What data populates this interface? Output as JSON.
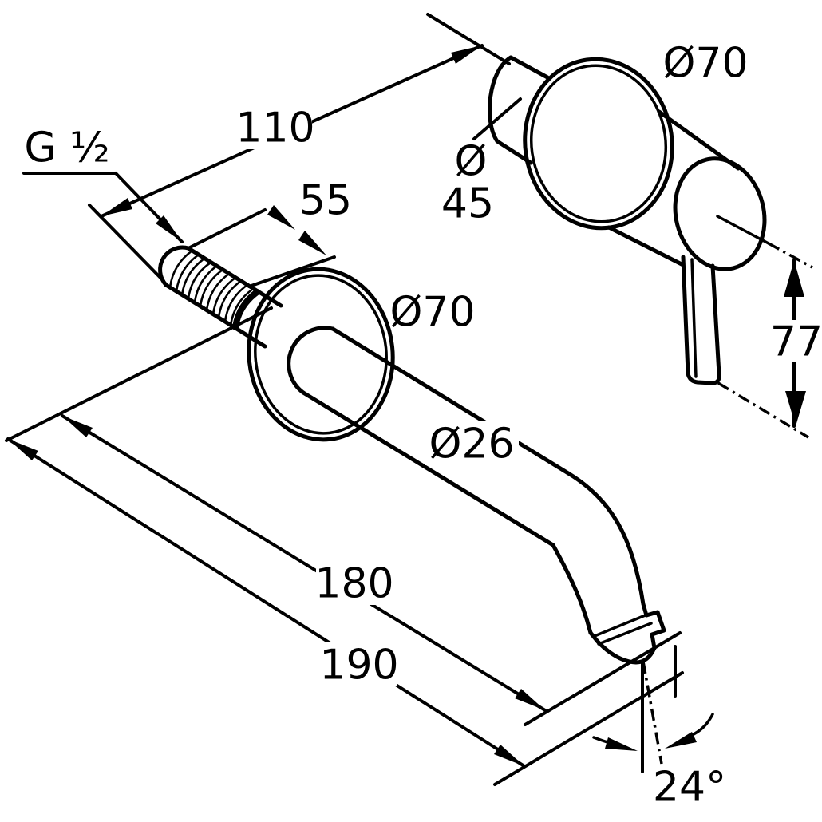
{
  "labels": {
    "thread": "G ½",
    "dim110": "110",
    "dim55": "55",
    "dia70_valve": "Ø70",
    "dia45_sym": "Ø",
    "dia45_val": "45",
    "dia70_spout": "Ø70",
    "dia26": "Ø26",
    "dim77": "77",
    "dim180": "180",
    "dim190": "190",
    "angle24": "24°"
  },
  "dimensions_mm": {
    "pipe_projection": 110,
    "thread_length": 55,
    "valve_escutcheon_diameter": 70,
    "valve_body_diameter": 45,
    "spout_escutcheon_diameter": 70,
    "spout_tube_diameter": 26,
    "lever_height": 77,
    "spout_reach": 180,
    "overall_reach": 190
  },
  "outlet_angle_deg": 24,
  "thread_spec": "G 1/2",
  "colors": {
    "line": "#000000",
    "background": "#ffffff"
  }
}
